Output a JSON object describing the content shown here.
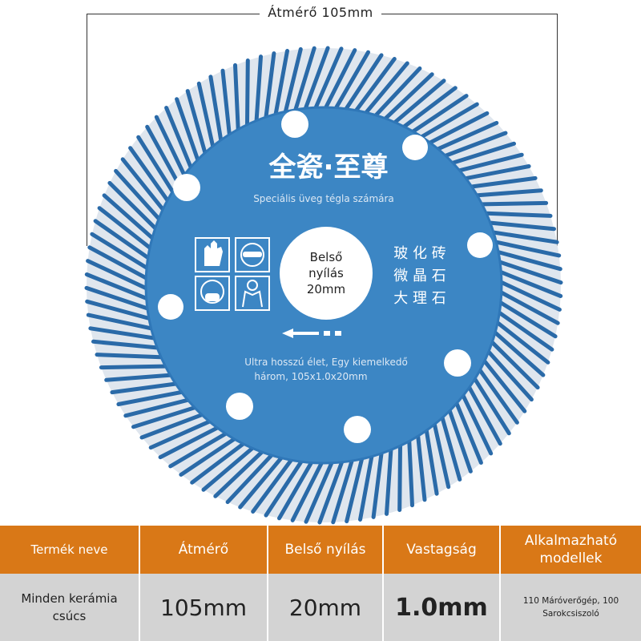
{
  "dimension": {
    "label": "Átmérő 105mm"
  },
  "blade": {
    "brand_cn": "全瓷·至尊",
    "subtitle": "Speciális üveg tégla számára",
    "center_label_lines": [
      "Belső",
      "nyílás",
      "20mm"
    ],
    "materials_cn": [
      "玻 化 砖",
      "微 晶 石",
      "大 理 石"
    ],
    "bottom_text_lines": [
      "Ultra hosszú élet, Egy kiemelkedő",
      "három, 105x1.0x20mm"
    ],
    "safety_icons": [
      "gloves-icon",
      "goggles-icon",
      "mask-icon",
      "protective-suit-icon"
    ],
    "colors": {
      "body": "#3c86c4",
      "teeth": "#2a6aa8",
      "teeth_light": "#dfe6ee",
      "hole": "#ffffff"
    }
  },
  "table": {
    "headers": [
      "Termék neve",
      "Átmérő",
      "Belső nyílás",
      "Vastagság",
      "Alkalmazható modellek"
    ],
    "values": [
      "Minden kerámia csúcs",
      "105mm",
      "20mm",
      "1.0mm",
      "110 Máróverőgép, 100 Sarokcsiszoló"
    ],
    "colors": {
      "header_bg": "#d97817",
      "cell_bg": "#d3d3d3"
    }
  }
}
